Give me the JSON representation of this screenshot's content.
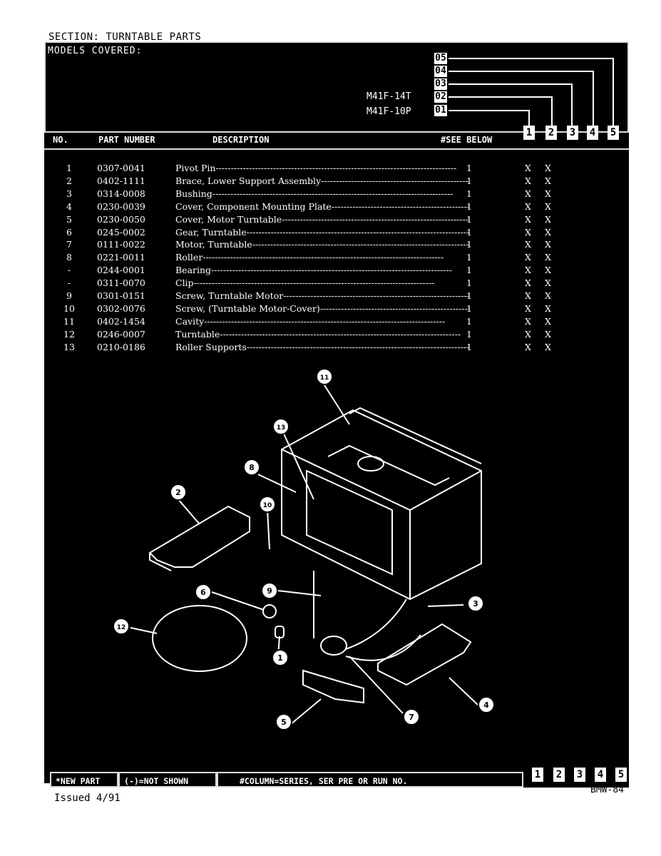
{
  "section": "SECTION: TURNTABLE PARTS",
  "models_covered_label": "MODELS COVERED:",
  "models": [
    {
      "name": "M41F-14T",
      "code": "02"
    },
    {
      "name": "M41F-10P",
      "code": "01"
    }
  ],
  "series_codes": [
    "05",
    "04",
    "03",
    "02",
    "01"
  ],
  "table_header": {
    "no": "NO.",
    "part_number": "PART NUMBER",
    "description": "DESCRIPTION",
    "see_below": "#SEE BELOW",
    "columns": [
      "1",
      "2",
      "3",
      "4",
      "5"
    ]
  },
  "parts": [
    {
      "no": "1",
      "part": "0307-0041",
      "desc": "Pivot Pin",
      "qty": "1",
      "c1": "X",
      "c2": "X"
    },
    {
      "no": "2",
      "part": "0402-1111",
      "desc": "Brace, Lower Support Assembly",
      "qty": "1",
      "c1": "X",
      "c2": "X"
    },
    {
      "no": "3",
      "part": "0314-0008",
      "desc": "Bushing",
      "qty": "1",
      "c1": "X",
      "c2": "X"
    },
    {
      "no": "4",
      "part": "0230-0039",
      "desc": "Cover, Component Mounting Plate",
      "qty": "1",
      "c1": "X",
      "c2": "X"
    },
    {
      "no": "5",
      "part": "0230-0050",
      "desc": "Cover, Motor Turntable",
      "qty": "1",
      "c1": "X",
      "c2": "X"
    },
    {
      "no": "6",
      "part": "0245-0002",
      "desc": "Gear, Turntable",
      "qty": "1",
      "c1": "X",
      "c2": "X"
    },
    {
      "no": "7",
      "part": "0111-0022",
      "desc": "Motor, Turntable",
      "qty": "1",
      "c1": "X",
      "c2": "X"
    },
    {
      "no": "8",
      "part": "0221-0011",
      "desc": "Roller",
      "qty": "1",
      "c1": "X",
      "c2": "X"
    },
    {
      "no": "-",
      "part": "0244-0001",
      "desc": "Bearing",
      "qty": "1",
      "c1": "X",
      "c2": "X"
    },
    {
      "no": "-",
      "part": "0311-0070",
      "desc": "Clip",
      "qty": "1",
      "c1": "X",
      "c2": "X"
    },
    {
      "no": "9",
      "part": "0301-0151",
      "desc": "Screw, Turntable Motor",
      "qty": "1",
      "c1": "X",
      "c2": "X"
    },
    {
      "no": "10",
      "part": "0302-0076",
      "desc": "Screw, (Turntable Motor-Cover)",
      "qty": "1",
      "c1": "X",
      "c2": "X"
    },
    {
      "no": "11",
      "part": "0402-1454",
      "desc": "Cavity",
      "qty": "1",
      "c1": "X",
      "c2": "X"
    },
    {
      "no": "12",
      "part": "0246-0007",
      "desc": "Turntable",
      "qty": "1",
      "c1": "X",
      "c2": "X"
    },
    {
      "no": "13",
      "part": "0210-0186",
      "desc": "Roller Supports",
      "qty": "1",
      "c1": "X",
      "c2": "X"
    }
  ],
  "diagram_callouts": [
    "1",
    "2",
    "3",
    "4",
    "5",
    "6",
    "7",
    "8",
    "9",
    "10",
    "11",
    "12",
    "13"
  ],
  "footer": {
    "new_part": "*NEW PART",
    "not_shown": "(-)=NOT SHOWN",
    "column_note": "#COLUMN=SERIES, SER PRE OR RUN NO.",
    "columns": [
      "1",
      "2",
      "3",
      "4",
      "5"
    ]
  },
  "issued": "Issued 4/91",
  "doc_code": "BMW-84"
}
